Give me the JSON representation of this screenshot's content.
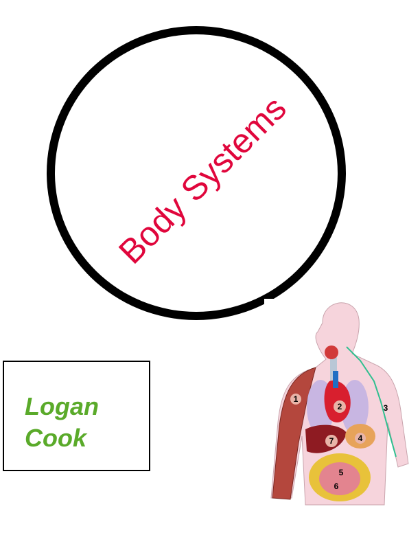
{
  "title": "Body Systems",
  "author": {
    "first": "Logan",
    "last": "Cook"
  },
  "figure": {
    "labels": [
      "1",
      "2",
      "3",
      "4",
      "5",
      "6",
      "7"
    ]
  },
  "colors": {
    "title": "#e0063c",
    "author": "#5aaa2a"
  }
}
